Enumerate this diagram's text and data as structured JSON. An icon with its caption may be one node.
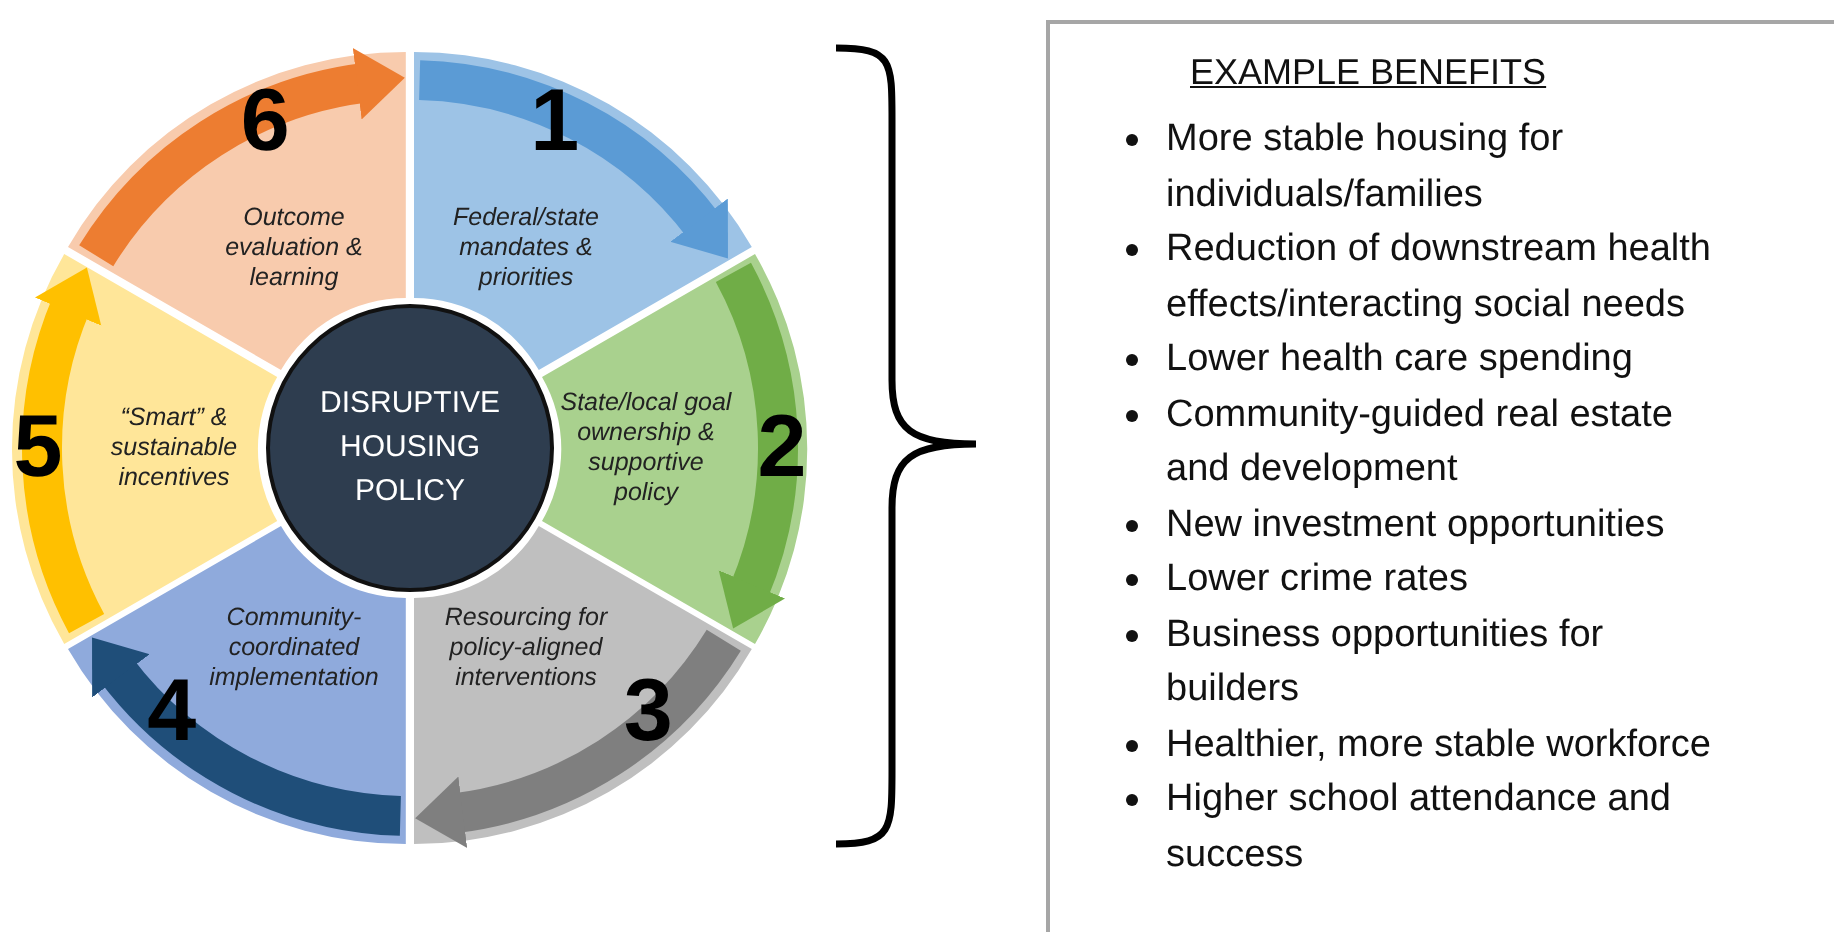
{
  "diagram": {
    "nodes": [
      {
        "text": [
          "DISRUPTIVE HOUSING POLICY"
        ]
      },
      {
        "text": [
          "1",
          "Federal/state mandates & priorities"
        ]
      },
      {
        "text": [
          "State/local goal ownership & supportive policy",
          "2"
        ]
      },
      {
        "text": [
          "3",
          "Resourcing for policy-aligned interventions"
        ]
      },
      {
        "text": [
          "4",
          "Community-coordinated implementation"
        ]
      },
      {
        "text": [
          "5",
          "“Smart” & sustainable incentives"
        ]
      },
      {
        "text": [
          "6",
          "Outcome evaluation & learning"
        ]
      },
      {
        "text": [
          "EXAMPLE BENEFITS",
          "More stable housing for individuals/families",
          "Reduction of downstream health effects/interacting social needs",
          "Lower health care spending",
          "Community-guided real estate and development",
          "New investment opportunities",
          "Lower crime rates",
          "Business opportunities for builders",
          "Healthier, more stable workforce",
          "Higher school attendance and success"
        ]
      }
    ],
    "edges": [
      {
        "from": 1,
        "to": 2,
        "arrow": "to",
        "color": "#5b9bd5"
      },
      {
        "from": 2,
        "to": 3,
        "arrow": "to",
        "color": "#70ad47"
      },
      {
        "from": 3,
        "to": 4,
        "arrow": "to",
        "color": "#7f7f7f"
      },
      {
        "from": 4,
        "to": 5,
        "arrow": "to",
        "color": "#1f4e79"
      },
      {
        "from": 5,
        "to": 6,
        "arrow": "to",
        "color": "#ffc000"
      },
      {
        "from": 6,
        "to": 1,
        "arrow": "to",
        "color": "#ed7d31"
      }
    ]
  }
}
